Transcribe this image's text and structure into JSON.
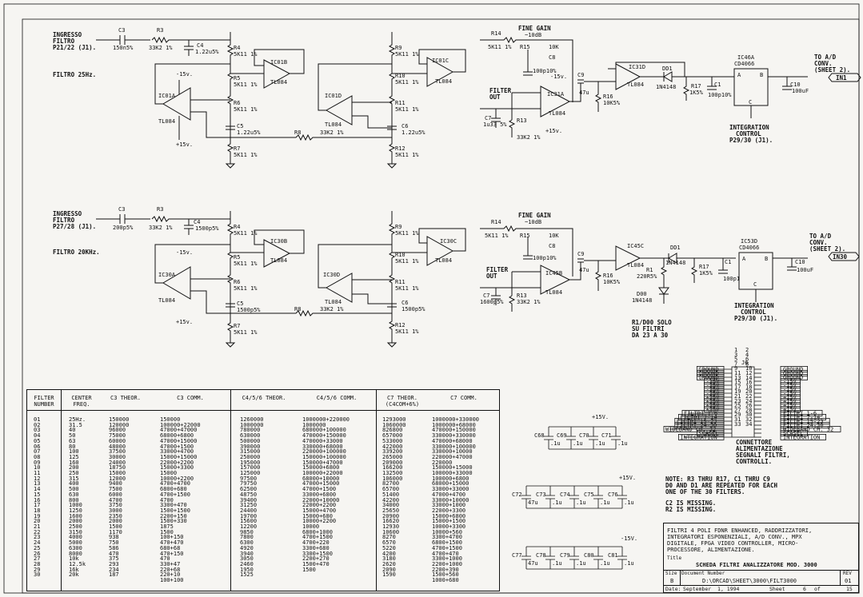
{
  "labels": {
    "in1": [
      "INGRESSO",
      "FILTRO",
      "P21/22 (J1)."
    ],
    "in2": [
      "INGRESSO",
      "FILTRO",
      "P27/28 (J1)."
    ],
    "filtro1": "FILTRO 25Hz.",
    "filtro2": "FILTRO 20KHz.",
    "fine_gain": "FINE GAIN",
    "db10": "~10dB",
    "filter_out": [
      "FILTER",
      "OUT"
    ],
    "to_ad": [
      "TO A/D",
      "CONV.",
      "(SHEET 2)."
    ],
    "in1_port": "IN1",
    "in30_port": "IN30",
    "integration_control": [
      "INTEGRATION",
      "CONTROL",
      "P29/30 (J1)."
    ],
    "r1d00": [
      "R1/D00 SOLO",
      "SU FILTRI",
      "DA 23 A 30"
    ],
    "d00": [
      "D00",
      "1N4148"
    ],
    "note": [
      "NOTE: R3 THRU R17, C1 THRU C9",
      "D0 AND D1 ARE REPEATED FOR EACH",
      "ONE OF THE 30 FILTERS.",
      "",
      "C2 IS MISSING.",
      "R2 IS MISSING."
    ],
    "connettore": [
      "CONNETTORE",
      "ALIMENTAZIONE",
      "SEGNALI FILTRI,",
      "CONTROLLI."
    ],
    "j6": "J6"
  },
  "top": {
    "C3": "C3",
    "C3v": "150n5%",
    "R3": "R3",
    "R3v": "33K2 1%",
    "C4": "C4",
    "C4v": "1.22u5%",
    "R4": "R4",
    "R4v": "5K11 1%",
    "R5": "R5",
    "R5v": "5K11 1%",
    "R6": "R6",
    "R6v": "5K11 1%",
    "R7": "R7",
    "R7v": "5K11 1%",
    "C5": "C5",
    "C5v": "1.22u5%",
    "R8": "R8",
    "R8v": "33K2 1%",
    "ICa": "IC01A",
    "ICb": "IC01B",
    "ICc": "IC01C",
    "ICd": "IC01D",
    "tl": "TL084",
    "R9": "R9",
    "R9v": "5K11 1%",
    "R10": "R10",
    "R10v": "5K11 1%",
    "R11": "R11",
    "R11v": "5K11 1%",
    "R12": "R12",
    "R12v": "5K11 1%",
    "C6": "C6",
    "C6v": "1.22u5%",
    "R14": "R14",
    "R14v": "5K11 1%",
    "R15": "R15",
    "R15v": "10K",
    "C8": "C8",
    "C8v": "100p10%",
    "C7": "C7",
    "C7v": "1u33 5%",
    "R13": "R13",
    "R13v": "33K2 1%",
    "IC31": "IC31A",
    "IC31d": "IC31D",
    "DD": "DD1",
    "DDv": "1N4148",
    "C9": "C9",
    "C9v": "47u",
    "R16": "R16",
    "R16v": "10K5%",
    "R17": "R17",
    "R17v": "1K5%",
    "C1": "C1",
    "C1v": "100p10%",
    "IC46": "IC46A",
    "CD": "CD4066",
    "C10": "C10",
    "C10v": "100uF",
    "m15": "-15v.",
    "p15": "+15v."
  },
  "bot": {
    "C3v": "200p5%",
    "C4v": "1500p5%",
    "C5v": "1500p5%",
    "C6v": "1500p5%",
    "C7v": "1600p5%",
    "ICa": "IC30A",
    "ICb": "IC30B",
    "ICc": "IC30C",
    "ICd": "IC30D",
    "IC45": "IC45B",
    "IC45c": "IC45C",
    "DD": "DD1",
    "R1": "R1",
    "R1v": "220R5%",
    "IC53": "IC53D",
    "R16v": "10K5%"
  },
  "table": {
    "headers": [
      "FILTER\nNUMBER",
      "CENTER\nFREQ.",
      "C3 THEOR.",
      "C3 COMM.",
      "C4/5/6 THEOR.",
      "C4/5/6 COMM.",
      "C7 THEOR.\n(C4COM+6%)",
      "C7 COMM."
    ],
    "cols": [
      [
        "01",
        "02",
        "03",
        "04",
        "05",
        "06",
        "07",
        "08",
        "09",
        "10",
        "11",
        "12",
        "13",
        "14",
        "15",
        "16",
        "17",
        "18",
        "19",
        "20",
        "21",
        "22",
        "23",
        "24",
        "25",
        "26",
        "27",
        "28",
        "29",
        "30"
      ],
      [
        "25Hz.",
        "31.5",
        "40",
        "50",
        "63",
        "80",
        "100",
        "125",
        "160",
        "200",
        "250",
        "315",
        "400",
        "500",
        "630",
        "800",
        "1000",
        "1250",
        "1600",
        "2000",
        "2500",
        "3150",
        "4000",
        "5000",
        "6300",
        "8000",
        "10k",
        "12.5k",
        "16k",
        "20k"
      ],
      [
        "150000",
        "120000",
        "96000",
        "75000",
        "60000",
        "48000",
        "37500",
        "30000",
        "24000",
        "18750",
        "15000",
        "12000",
        "9400",
        "7500",
        "6000",
        "4700",
        "3750",
        "3000",
        "2350",
        "2000",
        "1500",
        "1170",
        "938",
        "750",
        "586",
        "470",
        "375",
        "293",
        "234",
        "187"
      ],
      [
        "150000",
        "100000+22000",
        "47000+47000",
        "68000+6800",
        "47000+15000",
        "47000+1500",
        "33000+4700",
        "15000+15000",
        "22000+2200",
        "15000+3300",
        "15000",
        "10000+2200",
        "4700+4700",
        "6800+680",
        "4700+1500",
        "4700",
        "3300+470",
        "1500+1500",
        "2200+150",
        "1500+330",
        "1875",
        "1500",
        "100+150",
        "470+470",
        "680+68",
        "470+150",
        "470",
        "330+47",
        "220+68",
        "220+10",
        "100+100"
      ],
      [
        "1260000",
        "1000000",
        "780000",
        "630000",
        "500000",
        "390000",
        "315000",
        "250000",
        "195000",
        "157000",
        "125000",
        "97500",
        "79750",
        "62500",
        "48750",
        "39400",
        "31250",
        "24400",
        "19700",
        "15600",
        "12200",
        "9850",
        "7800",
        "6300",
        "4920",
        "3940",
        "3050",
        "2460",
        "1950",
        "1525"
      ],
      [
        "1000000+220000",
        "1000000",
        "680000+100000",
        "470000+150000",
        "470000+33000",
        "330000+68000",
        "220000+100000",
        "150000+100000",
        "150000+47000",
        "150000+6800",
        "100000+22000",
        "",
        "68000+10000",
        "47000+15000",
        "47000+1500",
        "33000+6800",
        "22000+10000",
        "22000+2200",
        "15000+4700",
        "15000+680",
        "10000+2200",
        "10000",
        "6800+1000",
        "4700+1500",
        "4700+220",
        "3300+680",
        "3300+1500",
        "2200+270",
        "1500+470",
        "1500"
      ],
      [
        "1293000",
        "1060000",
        "826800",
        "657000",
        "533000",
        "422000",
        "339200",
        "265000",
        "209000",
        "166200",
        "132500",
        "106000",
        "82700",
        "65700",
        "51400",
        "42200",
        "34000",
        "25650",
        "20900",
        "16620",
        "12930",
        "10600",
        "8270",
        "6570",
        "5220",
        "4200",
        "3180",
        "2620",
        "2090",
        "1590"
      ],
      [
        "1000000+330000",
        "1000000+68000",
        "470000+150000",
        "330000+330000",
        "470000+68000",
        "330000+100000",
        "330000+10000",
        "220000+47000",
        "220000",
        "150000+15000",
        "100000+33000",
        "100000+6800",
        "68000+15000",
        "33000+33000",
        "47000+4700",
        "33000+10000",
        "33000+1000",
        "22000+3300",
        "15000+6800",
        "15000+1500",
        "10000+3300",
        "10000+560",
        "3300+4700",
        "6800+1500",
        "4700+1500",
        "4700+470",
        "3300+1000",
        "2200+1000",
        "2200+390",
        "1500+560",
        "1000+680"
      ]
    ]
  },
  "caps": {
    "row1": [
      "C68",
      ".1u",
      "C69",
      ".1u",
      "C70",
      ".1u",
      "C71",
      ".1u"
    ],
    "row2": [
      "C72",
      "47u",
      "C73",
      ".1u",
      "C74",
      ".1u",
      "C75",
      ".1u",
      "C76",
      ".1u"
    ],
    "row3": [
      "C77",
      "47u",
      "C78",
      ".1u",
      "C79",
      ".1u",
      "C80",
      ".1u",
      "C81",
      ".1u"
    ],
    "p15": "+15V.",
    "m15": "-15V."
  },
  "connector": {
    "left": [
      "GROUND",
      "GROUND",
      "GROUND",
      "-15V",
      "-15V",
      "-15V",
      "-15V",
      "+15V",
      "+15V",
      "+15V",
      "+15V",
      "FILTRI 1-6",
      "FILTRI 7-14",
      "FILTRI 15-23",
      "FILTRI 24-30",
      "WIDEBAND CH. 32",
      "SCASEL",
      "INTEGRATION"
    ],
    "right": [
      "GROUND",
      "GROUND",
      "GROUND",
      "-15V",
      "-15V",
      "-15V",
      "-15V",
      "+15V",
      "+15V",
      "+15V",
      "+15V",
      "FILTRI 1-6",
      "FILTRI 7-14",
      "FILTRI 15-23",
      "FILTRI 24-30",
      "WIDEBAND CH. 32",
      "SCASEL",
      "INTEGRATION"
    ],
    "pinsL": [
      "1",
      "3",
      "5",
      "7",
      "9",
      "11",
      "13",
      "15",
      "17",
      "19",
      "21",
      "23",
      "25",
      "27",
      "29",
      "31",
      "33"
    ],
    "pinsR": [
      "2",
      "4",
      "6",
      "8",
      "10",
      "12",
      "14",
      "16",
      "18",
      "20",
      "22",
      "24",
      "26",
      "28",
      "30",
      "32",
      "34"
    ]
  },
  "titleblock": {
    "desc": [
      "FILTRI 4 POLI FDNR ENHANCED, RADDRIZZATORI,",
      "INTEGRATORI ESPONENZIALI, A/D CONV., MPX",
      "DIGITALE, FPGA VIDEO CONTROLLER, MICRO-",
      "PROCESSORE, ALIMENTAZIONE."
    ],
    "title_label": "Title",
    "title": "SCHEDA FILTRI ANALIZZATORE MOD. 3000",
    "size_label": "Size",
    "size": "B",
    "docnum_label": "Document Number",
    "docnum": "D:\\ORCAD\\SHEET\\3000\\FILT3000",
    "rev_label": "REV",
    "rev": "01",
    "date_label": "Date:",
    "date": "September  1, 1994",
    "sheet_label": "Sheet",
    "sheet": "6",
    "of": "of",
    "sheets": "15"
  }
}
